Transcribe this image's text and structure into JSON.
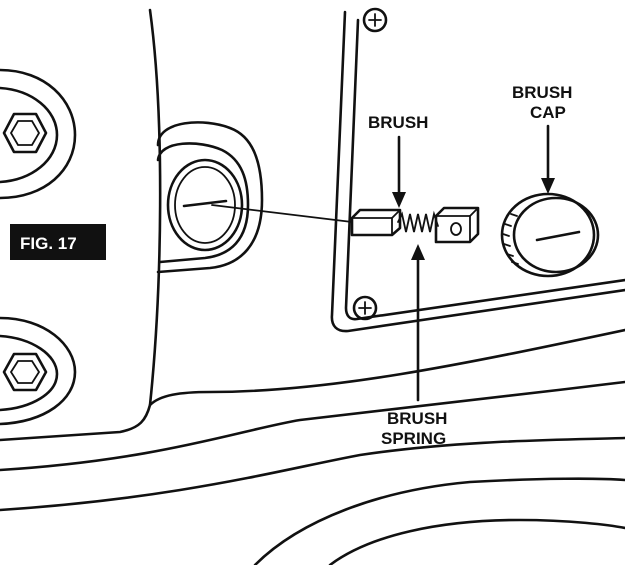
{
  "figure": {
    "label": "FIG. 17"
  },
  "callouts": {
    "brush": "BRUSH",
    "brush_cap_line1": "BRUSH",
    "brush_cap_line2": "CAP",
    "brush_spring_line1": "BRUSH",
    "brush_spring_line2": "SPRING"
  }
}
